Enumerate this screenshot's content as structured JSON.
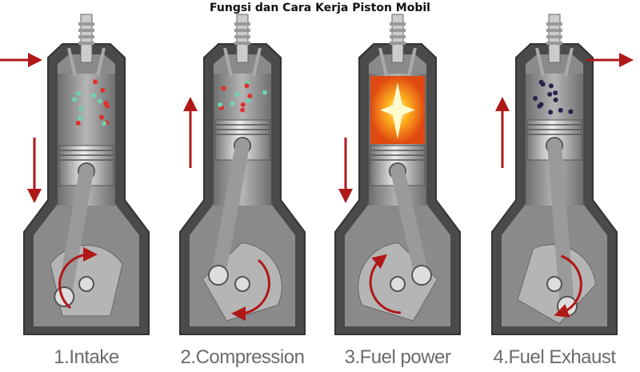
{
  "title": "Fungsi dan Cara Kerja Piston Mobil",
  "colors": {
    "block": "#5a5a5a",
    "block_light": "#8a8a8a",
    "arrow": "#b01818",
    "intake_red": "#e0302a",
    "intake_green": "#6fd3b0",
    "exhaust": "#2a2050",
    "flame": "#ff9a10"
  },
  "stages": [
    {
      "label": "1.Intake",
      "piston": "down",
      "charge": "mixed",
      "flow": "in"
    },
    {
      "label": "2.Compression",
      "piston": "up",
      "charge": "mixed",
      "flow": "none"
    },
    {
      "label": "3.Fuel power",
      "piston": "down",
      "charge": "flame",
      "flow": "none"
    },
    {
      "label": "4.Fuel Exhaust",
      "piston": "up",
      "charge": "exhaust",
      "flow": "out"
    }
  ]
}
